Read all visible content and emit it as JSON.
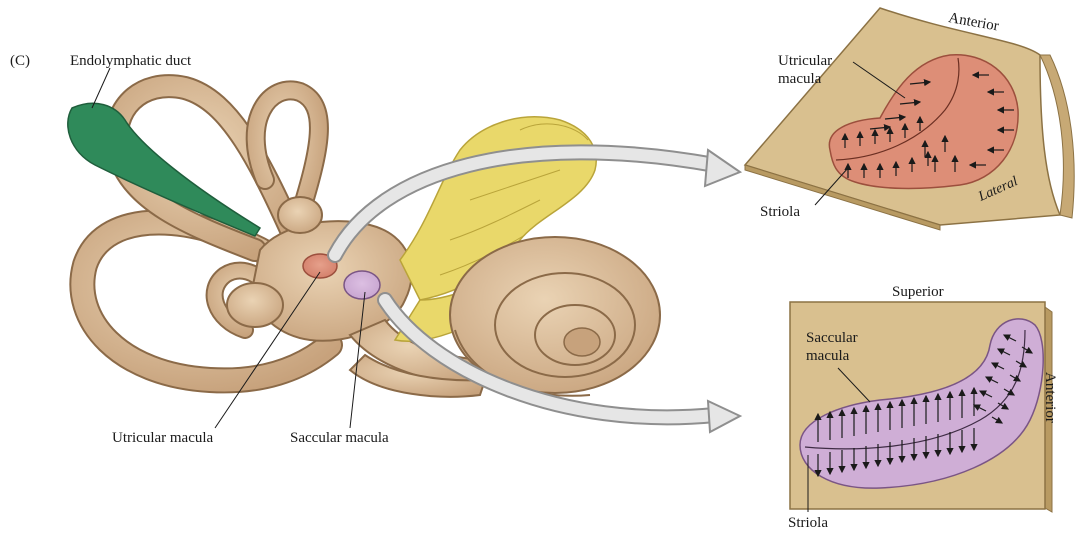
{
  "figure": {
    "panel_letter": "(C)"
  },
  "labels": {
    "endolymphatic_duct": "Endolymphatic duct",
    "utricular_macula_bottom": "Utricular macula",
    "saccular_macula_bottom": "Saccular macula"
  },
  "utricle_panel": {
    "orientation_top": "Anterior",
    "orientation_side": "Lateral",
    "macula_label_line1": "Utricular",
    "macula_label_line2": "macula",
    "striola_label": "Striola"
  },
  "saccule_panel": {
    "orientation_top": "Superior",
    "orientation_side": "Anterior",
    "macula_label_line1": "Saccular",
    "macula_label_line2": "macula",
    "striola_label": "Striola"
  },
  "colors": {
    "labyrinth": "#dcbf9c",
    "labyrinth_shade": "#b9956f",
    "endolymphatic_duct": "#2f8a5a",
    "nerve": "#e9d86a",
    "utricular_macula": "#d9826e",
    "saccular_macula": "#c9a4cf",
    "panel_tan": "#d9c08f",
    "connector_arrow": "#e3e3e3"
  }
}
